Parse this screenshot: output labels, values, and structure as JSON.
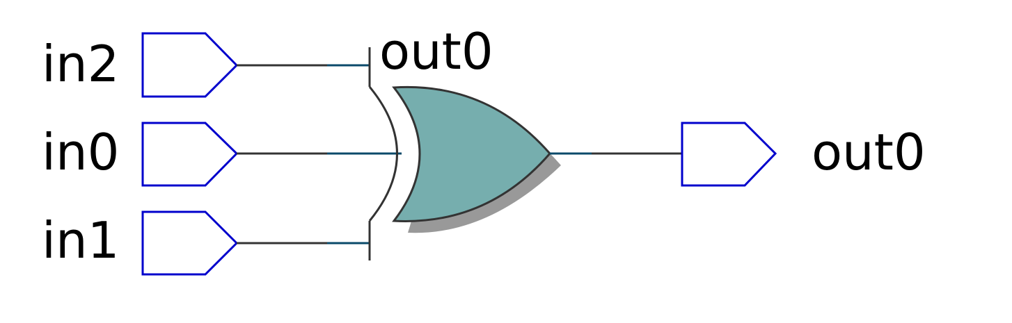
{
  "inputs": [
    {
      "id": "in2",
      "label": "in2"
    },
    {
      "id": "in0",
      "label": "in0"
    },
    {
      "id": "in1",
      "label": "in1"
    }
  ],
  "gate": {
    "type": "XOR",
    "instance_label": "out0",
    "fill_color": "#76aeae",
    "shadow_color": "#999999"
  },
  "output": {
    "id": "out0",
    "label": "out0"
  },
  "colors": {
    "port_stroke": "#0000cc",
    "wire": "#333333",
    "wire_accent": "#0a4a6a",
    "gate_stroke": "#333333"
  }
}
